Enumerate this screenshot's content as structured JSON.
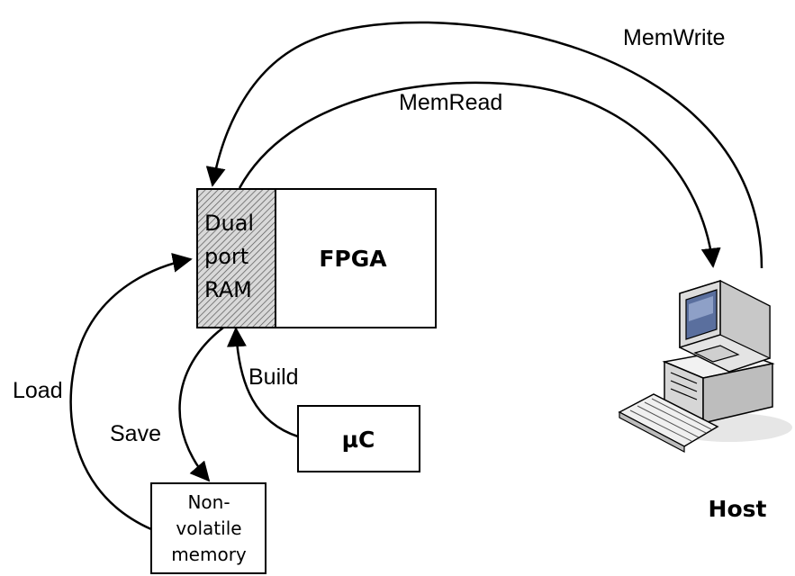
{
  "fpga": {
    "ram_lines": [
      "Dual",
      "port",
      "RAM"
    ],
    "label": "FPGA"
  },
  "uc": {
    "label": "µC"
  },
  "nvm": {
    "lines": [
      "Non-",
      "volatile",
      "memory"
    ]
  },
  "host": {
    "label": "Host"
  },
  "arrows": {
    "memwrite": "MemWrite",
    "memread": "MemRead",
    "load": "Load",
    "save": "Save",
    "build": "Build"
  }
}
